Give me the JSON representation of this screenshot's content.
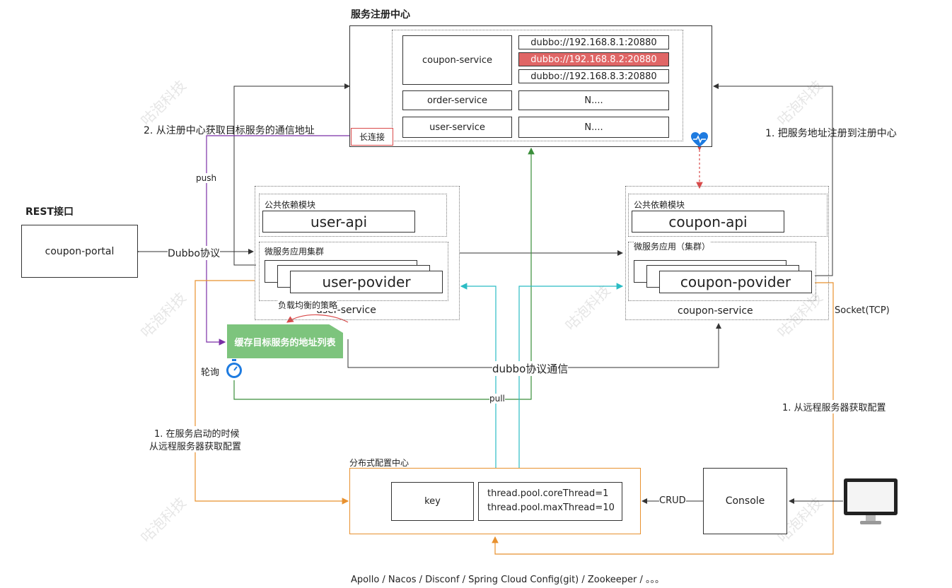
{
  "registry": {
    "title": "服务注册中心",
    "services": [
      {
        "name": "coupon-service",
        "addresses": [
          "dubbo://192.168.8.1:20880",
          "dubbo://192.168.8.2:20880",
          "dubbo://192.168.8.3:20880"
        ]
      },
      {
        "name": "order-service",
        "addresses": [
          "N...."
        ]
      },
      {
        "name": "user-service",
        "addresses": [
          "N...."
        ]
      }
    ],
    "long_connection": "长连接",
    "highlight_color": "#e06666"
  },
  "portal": {
    "section_title": "REST接口",
    "name": "coupon-portal",
    "dubbo_label": "Dubbo协议"
  },
  "user_service": {
    "common_label": "公共依赖模块",
    "api": "user-api",
    "cluster_label": "微服务应用集群",
    "provider": "user-povider",
    "name": "user-service",
    "load_balance": "负载均衡的策略"
  },
  "coupon_service": {
    "common_label": "公共依赖模块",
    "api": "coupon-api",
    "cluster_label": "微服务应用（集群）",
    "provider": "coupon-povider",
    "name": "coupon-service"
  },
  "cache": {
    "label": "缓存目标服务的地址列表",
    "color": "#7dc47d"
  },
  "labels": {
    "step2": "2. 从注册中心获取目标服务的通信地址",
    "step1": "1. 把服务地址注册到注册中心",
    "push": "push",
    "pull": "pull",
    "poll": "轮询",
    "dubbo_comm": "dubbo协议通信",
    "socket": "Socket(TCP)",
    "startup_line1": "1. 在服务启动的时候",
    "startup_line2": "从远程服务器获取配置",
    "remote_config": "1. 从远程服务器获取配置",
    "crud": "CRUD"
  },
  "config_center": {
    "title": "分布式配置中心",
    "key": "key",
    "values": [
      "thread.pool.coreThread=1",
      "thread.pool.maxThread=10"
    ]
  },
  "console": {
    "name": "Console"
  },
  "footer": "Apollo  /  Nacos / Disconf / Spring Cloud Config(git) / Zookeeper / 。。。",
  "watermark": "咕泡科技",
  "colors": {
    "orange": "#e8912e",
    "purple": "#7b2fa6",
    "teal": "#2bbcc4",
    "green": "#3a8e3a",
    "red": "#d94a4a",
    "heart": "#1e7be0",
    "stopwatch": "#1e7be0"
  }
}
